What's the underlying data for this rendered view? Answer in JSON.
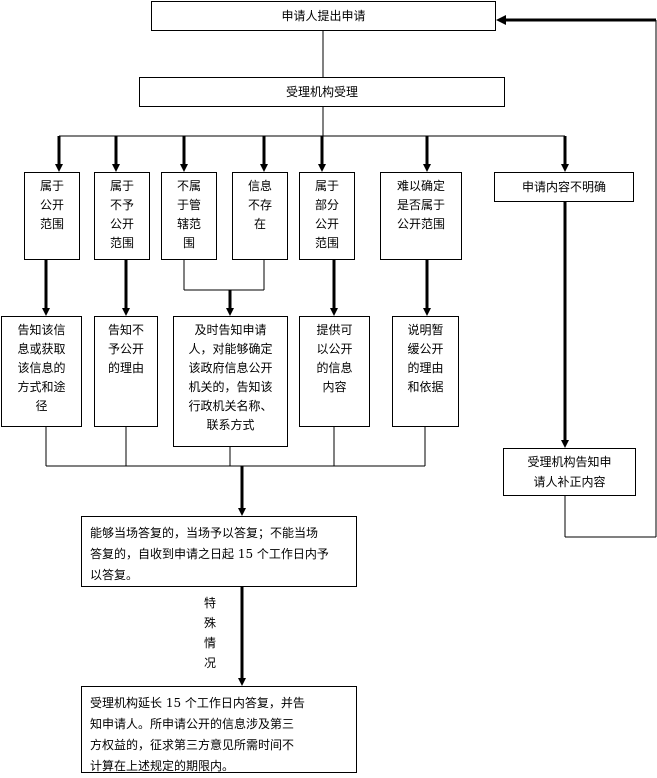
{
  "title": "",
  "nodes": {
    "apply": "申请人提出申请",
    "accept": "受理机构受理",
    "cat_public": "属于\n公开\n范围",
    "cat_not_public": "属于\n不予\n公开\n范围",
    "cat_not_jurisdiction": "不属\n于管\n辖范\n围",
    "cat_not_exist": "信息\n不存\n在",
    "cat_partial": "属于\n部分\n公开\n范围",
    "cat_uncertain": "难以确定\n是否属于\n公开范围",
    "cat_unclear": "申请内容不明确",
    "res_public": "告知该信\n息或获取\n该信息的\n方式和途\n径",
    "res_not_public": "告知不\n予公开\n的理由",
    "res_jurisdiction": "及时告知申请\n人，对能够确定\n该政府信息公开\n机关的，告知该\n行政机关名称、\n联系方式",
    "res_partial": "提供可\n以公开\n的信息\n内容",
    "res_uncertain": "说明暂\n缓公开\n的理由\n和依据",
    "res_unclear": "受理机构告知申\n请人补正内容",
    "answer": "能够当场答复的，当场予以答复；不能当场\n答复的，自收到申请之日起 15 个工作日内予\n以答复。",
    "special": "特\n殊\n情\n况",
    "extend": "受理机构延长 15 个工作日内答复，并告\n知申请人。所申请公开的信息涉及第三\n方权益的，征求第三方意见所需时间不\n计算在上述规定的期限内。"
  },
  "colors": {
    "line": "#000000",
    "box_border": "#000000",
    "background": "#ffffff"
  }
}
